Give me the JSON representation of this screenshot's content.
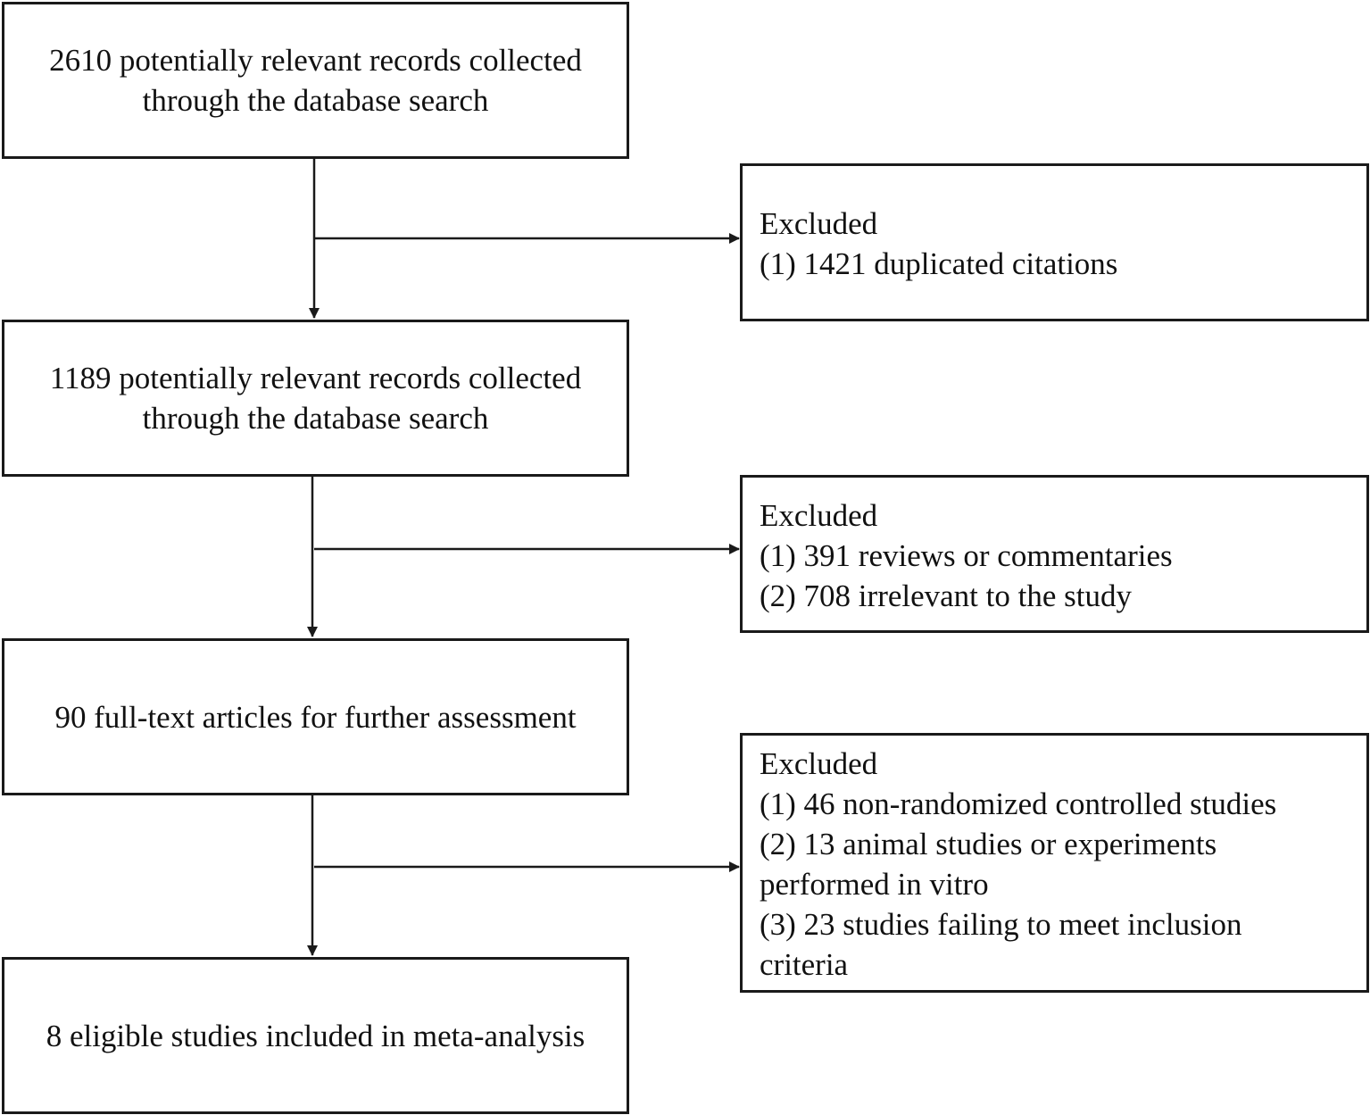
{
  "flow": {
    "step1": {
      "lines": [
        "2610 potentially relevant records collected",
        "through the database search"
      ]
    },
    "step2": {
      "lines": [
        "1189 potentially relevant records collected",
        "through the database search"
      ]
    },
    "step3": {
      "lines": [
        "90 full-text articles for further assessment"
      ]
    },
    "step4": {
      "lines": [
        "8 eligible studies included in meta-analysis"
      ]
    }
  },
  "exclusions": {
    "excl1": {
      "heading": "Excluded",
      "lines": [
        "(1) 1421 duplicated citations"
      ]
    },
    "excl2": {
      "heading": "Excluded",
      "lines": [
        "(1) 391 reviews or commentaries",
        "(2) 708 irrelevant to the study"
      ]
    },
    "excl3": {
      "heading": "Excluded",
      "lines": [
        "(1) 46 non-randomized controlled studies",
        "(2) 13 animal studies or experiments",
        "performed in vitro",
        "(3) 23 studies failing to meet inclusion",
        "criteria"
      ]
    }
  },
  "colors": {
    "stroke": "#1a1a1a",
    "background": "#ffffff",
    "text": "#111111"
  }
}
